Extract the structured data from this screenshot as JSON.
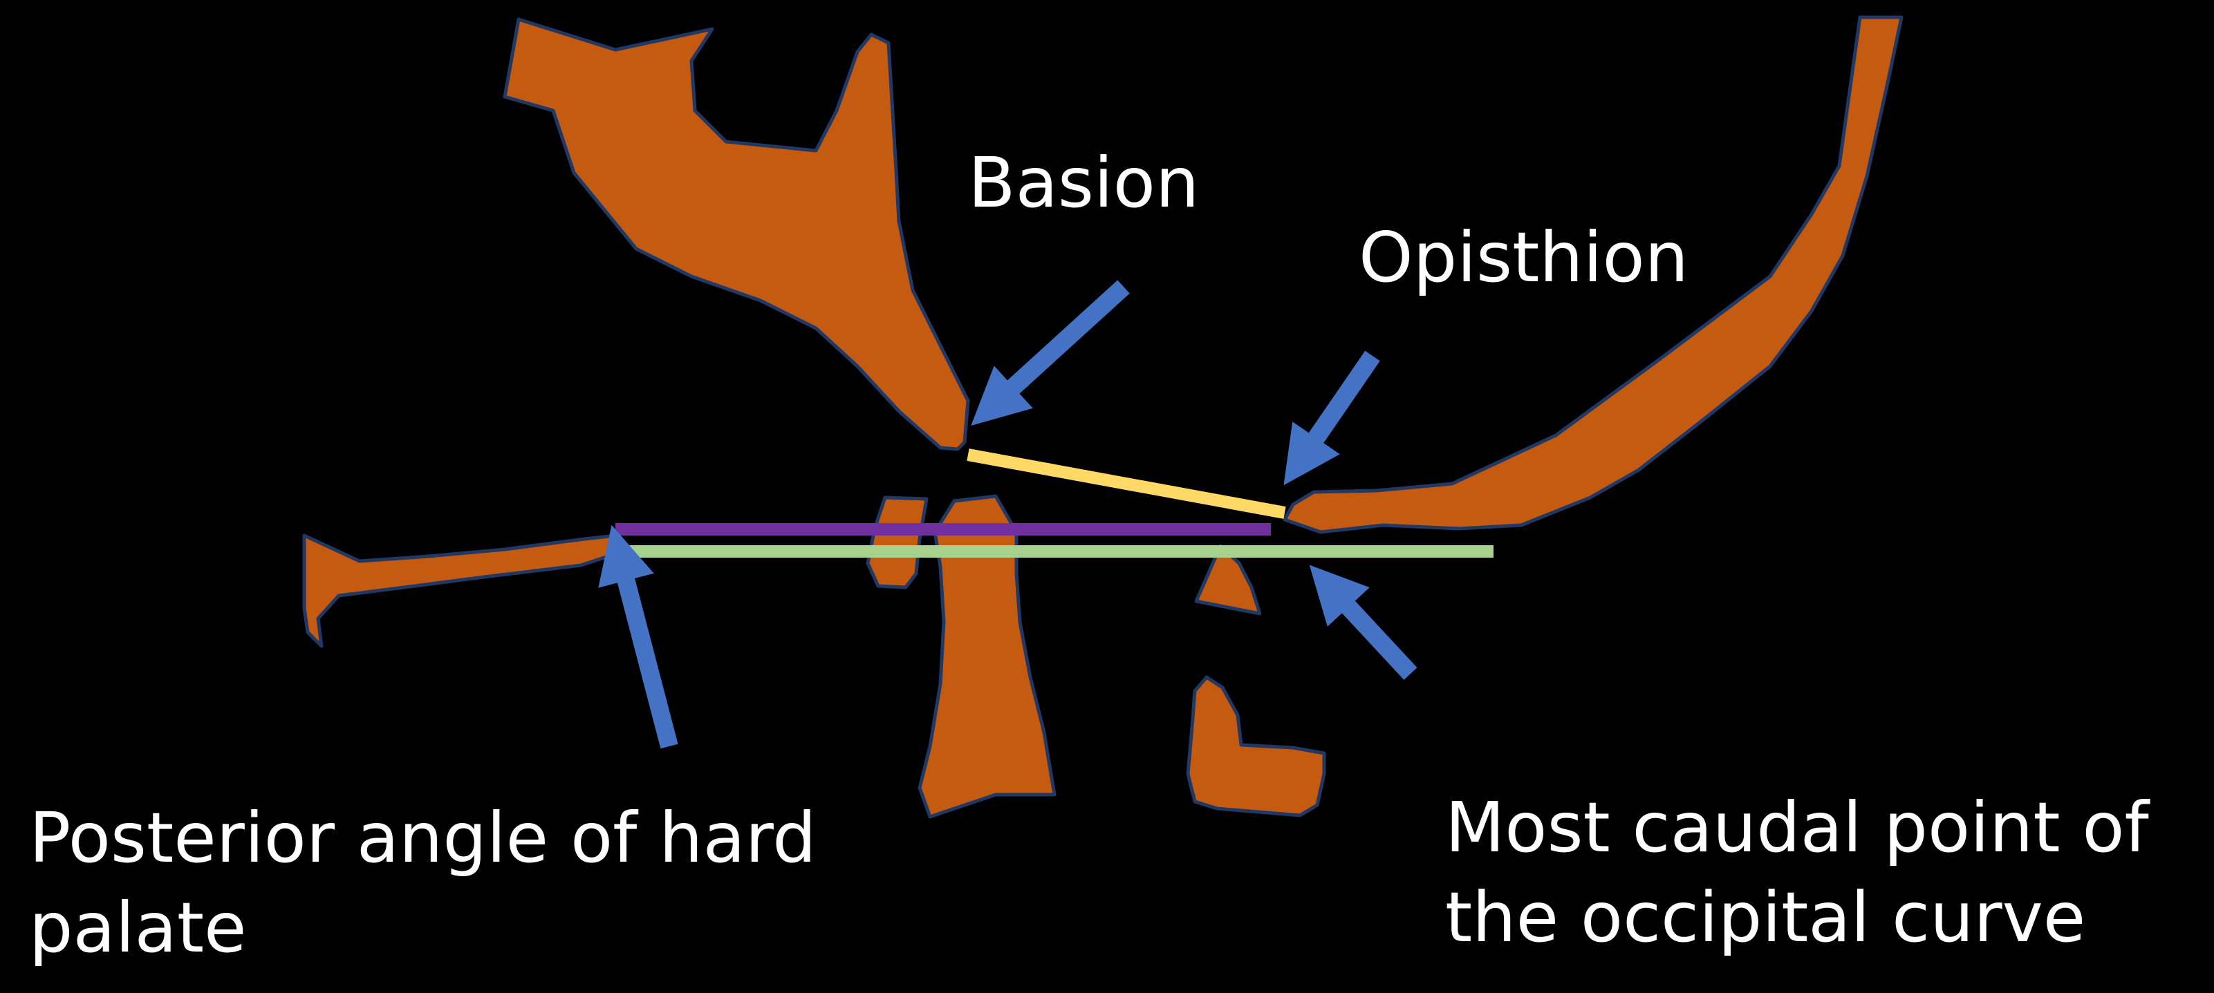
{
  "labels": {
    "basion": "Basion",
    "opisthion": "Opisthion",
    "palate_line1": "Posterior angle of hard",
    "palate_line2": "palate",
    "occipital_line1": "Most caudal point of",
    "occipital_line2": "the occipital curve"
  },
  "colors": {
    "background": "#000000",
    "bone_fill": "#C55A11",
    "bone_outline": "#1F3864",
    "arrow": "#4472C4",
    "line_basion_opisthion": "#FFD966",
    "line_purple": "#7030A0",
    "line_green": "#A9D18E",
    "text": "#FFFFFF"
  },
  "icons": [
    "arrow-basion",
    "arrow-opisthion",
    "arrow-hard-palate",
    "arrow-occipital-curve"
  ]
}
